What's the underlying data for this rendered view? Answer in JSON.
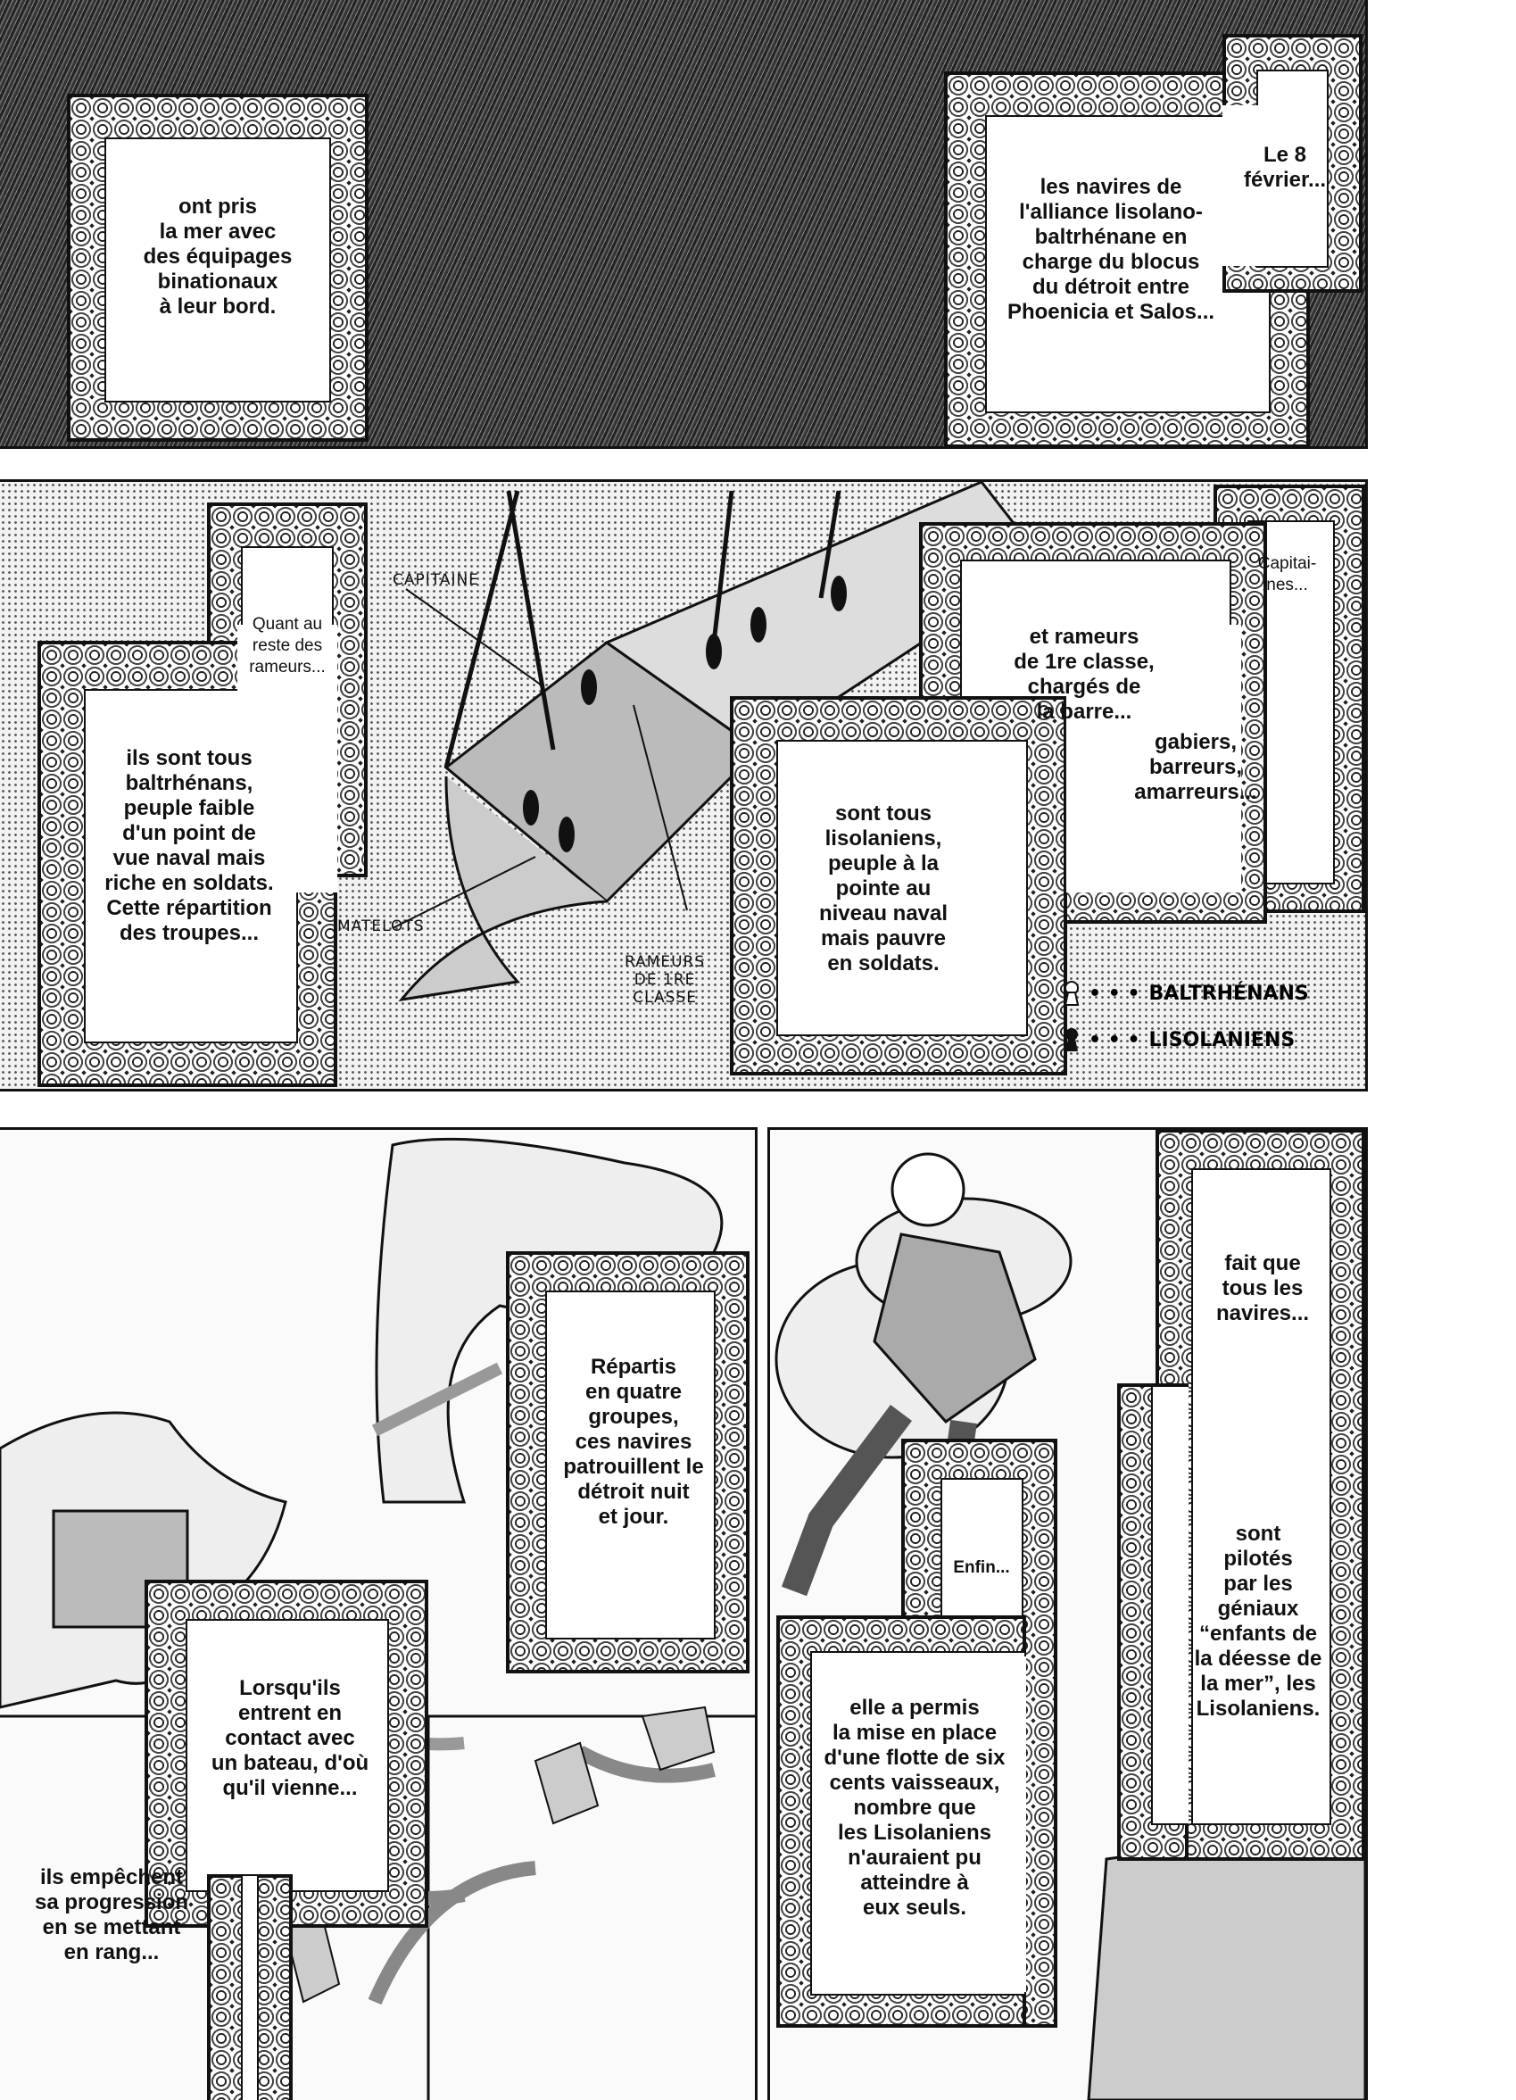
{
  "panel1": {
    "box_left": "ont pris\nla mer avec\ndes équipages\nbinationaux\nà leur bord.",
    "box_right_date": "Le 8\nfévrier...",
    "box_right_main": "les navires de\nl'alliance lisolano-\nbaltrhénane en\ncharge du blocus\ndu détroit entre\nPhoenicia et Salos..."
  },
  "panel2": {
    "left_top": "Quant au\nreste des\nrameurs...",
    "left_main": "ils sont tous\nbaltrhénans,\npeuple faible\nd'un point de\nvue naval mais\nriche en soldats.\nCette répartition\ndes troupes...",
    "right_captains": "Capitai-\nnes...",
    "right_rowers": "et rameurs\nde 1re classe,\nchargés de\nla barre...",
    "right_crew": "gabiers,\nbarreurs,\namarreurs...",
    "right_main": "sont tous\nlisolaniens,\npeuple à la\npointe au\nniveau naval\nmais pauvre\nen soldats.",
    "labels": {
      "captain": "CAPITAINE",
      "sailors": "MATELOTS",
      "rowers": "RAMEURS\nDE 1RE\nCLASSE"
    },
    "legend": [
      {
        "icon": "keyhole-outline-icon",
        "label": "BALTRHÉNANS"
      },
      {
        "icon": "keyhole-filled-icon",
        "label": "LISOLANIENS"
      }
    ]
  },
  "panel3": {
    "box_groups": "Répartis\nen quatre\ngroupes,\nces navires\npatrouillent le\ndétroit nuit\net jour.",
    "box_contact": "Lorsqu'ils\nentrent en\ncontact avec\nun bateau, d'où\nqu'il vienne...",
    "free_text": "ils empêchent\nsa progression\nen se mettant\nen rang..."
  },
  "panel4": {
    "box_ships": "fait que\ntous les\nnavires...",
    "box_piloted": "sont\npilotés\npar les\ngéniaux\n“enfants de\nla déesse de\nla mer”, les\nLisolaniens.",
    "box_finally": "Enfin...",
    "box_fleet": "elle a permis\nla mise en place\nd'une flotte de six\ncents vaisseaux,\nnombre que\nles Lisolaniens\nn'auraient pu\natteindre à\neux seuls."
  }
}
